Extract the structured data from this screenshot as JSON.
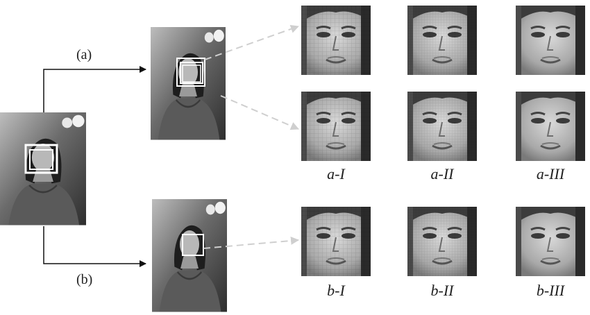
{
  "branches": [
    {
      "id": "a",
      "label": "(a)"
    },
    {
      "id": "b",
      "label": "(b)"
    }
  ],
  "captions": {
    "a": [
      "a-I",
      "a-II",
      "a-III"
    ],
    "b": [
      "b-I",
      "b-II",
      "b-III"
    ]
  }
}
